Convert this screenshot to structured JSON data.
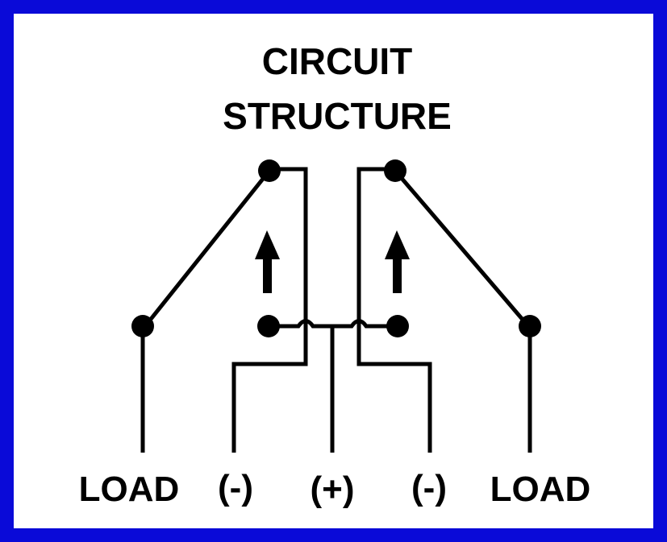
{
  "title": {
    "line1": "CIRCUIT",
    "line2": "STRUCTURE"
  },
  "labels": {
    "load_left": "LOAD",
    "minus_left": "(-)",
    "plus": "(+)",
    "minus_right": "(-)",
    "load_right": "LOAD"
  },
  "colors": {
    "border": "#0a0ad8",
    "ink": "#000000",
    "background": "#ffffff"
  },
  "icons": [
    "up-arrow-icon",
    "up-arrow-icon"
  ]
}
